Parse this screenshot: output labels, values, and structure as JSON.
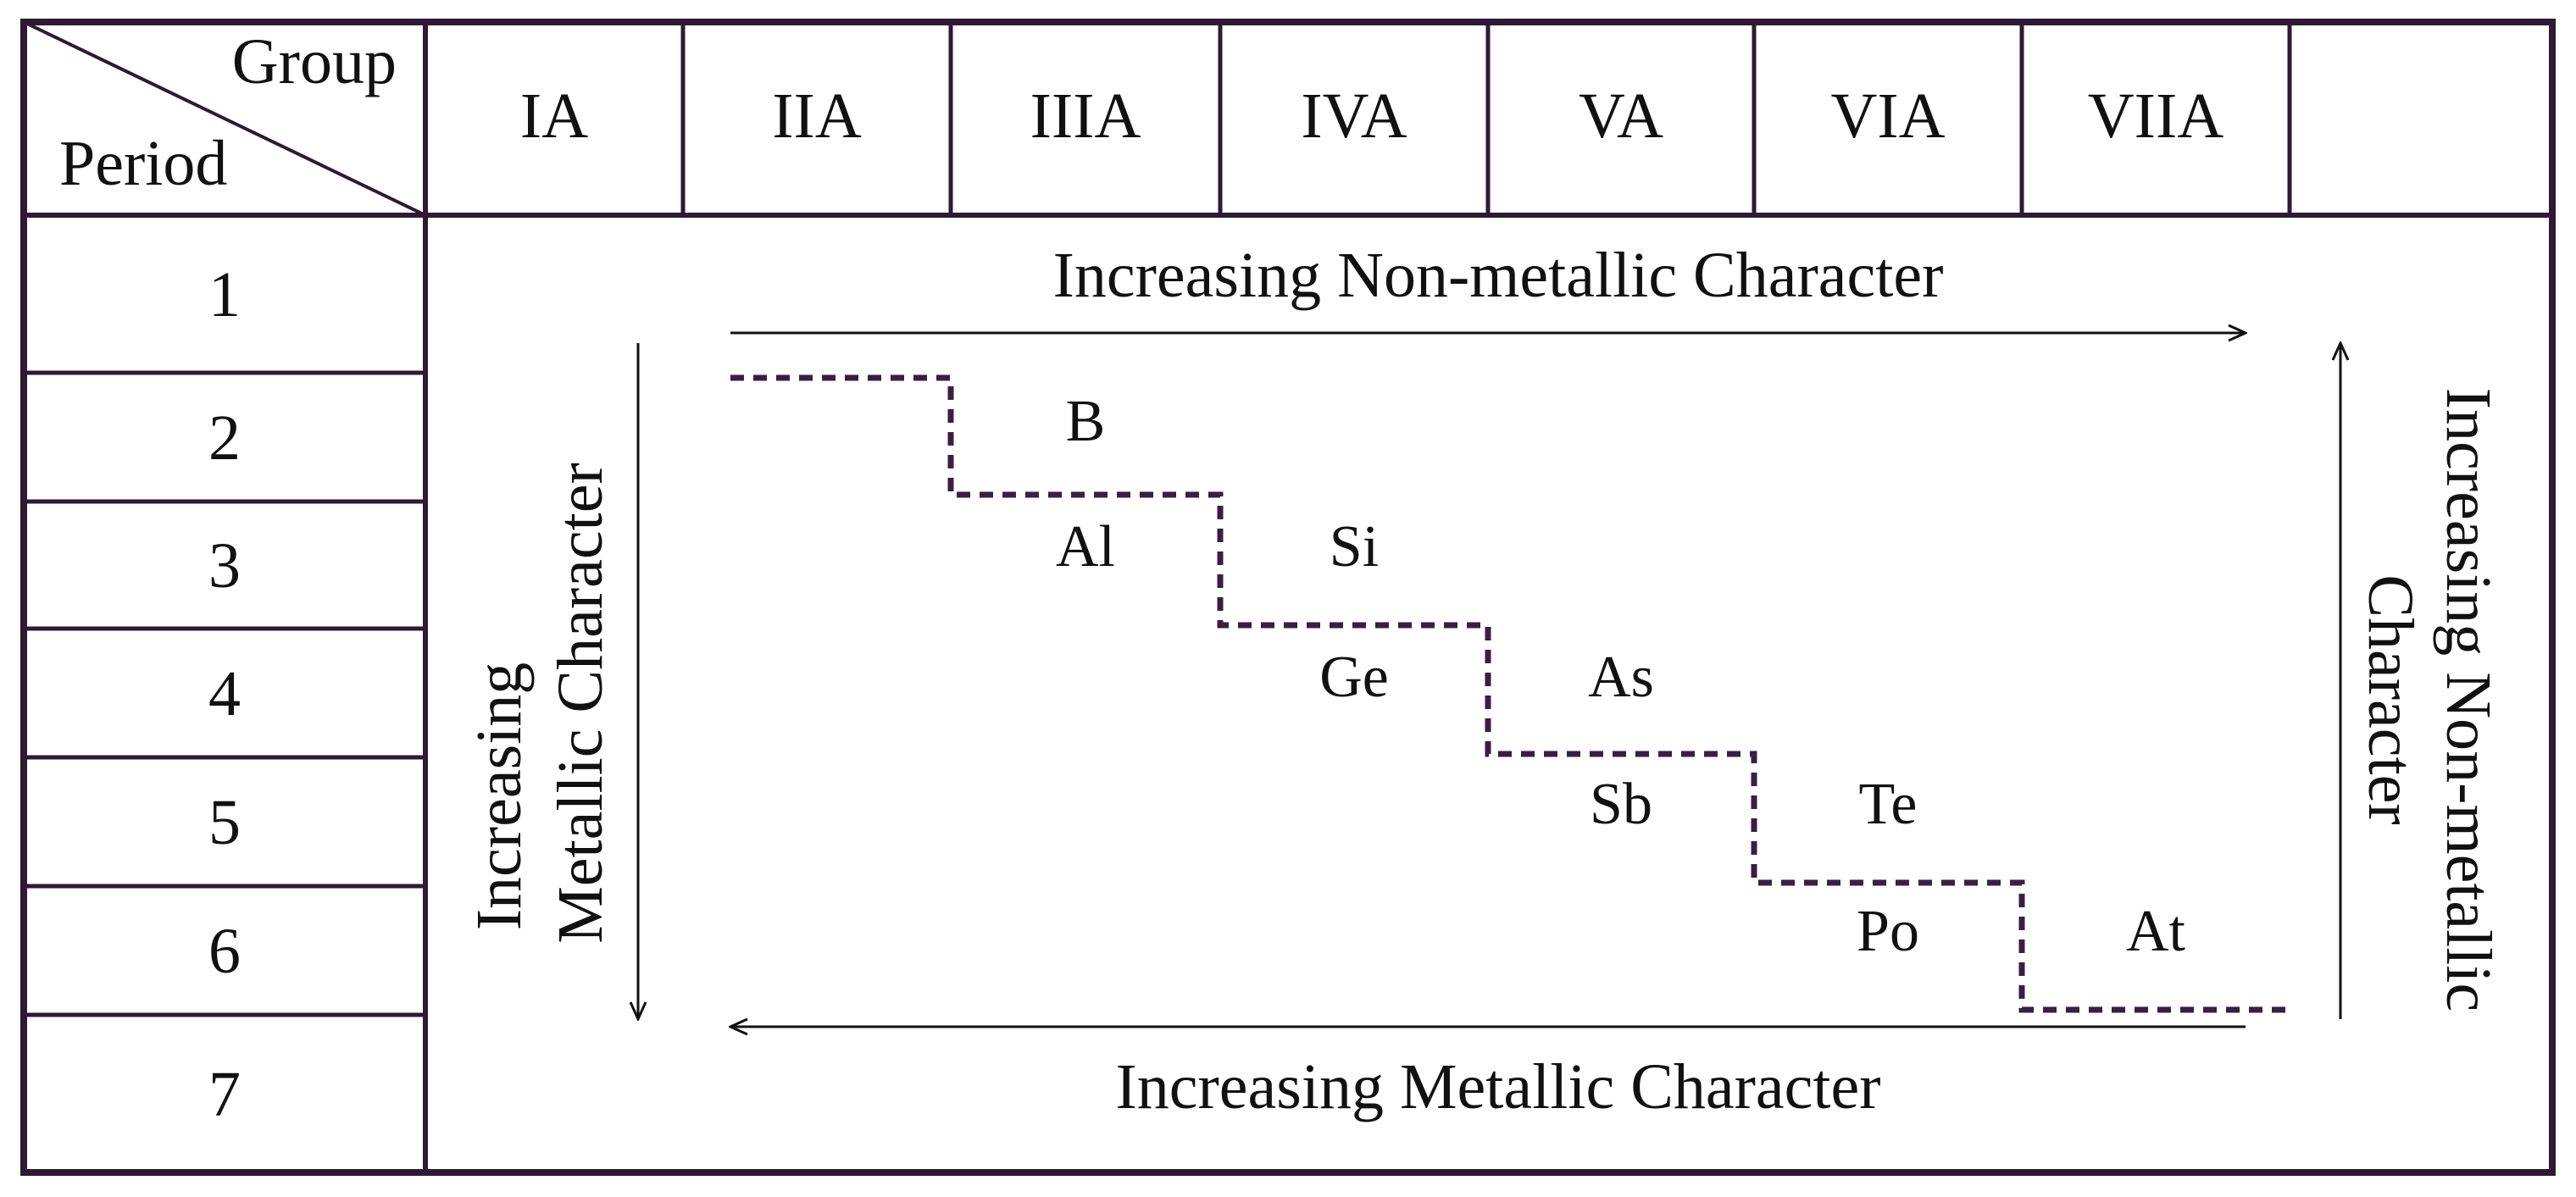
{
  "header": {
    "corner_group": "Group",
    "corner_period": "Period",
    "groups": [
      "IA",
      "IIA",
      "IIIA",
      "IVA",
      "VA",
      "VIA",
      "VIIA",
      ""
    ]
  },
  "periods": [
    "1",
    "2",
    "3",
    "4",
    "5",
    "6",
    "7"
  ],
  "arrows": {
    "top": "Increasing Non-metallic Character",
    "bottom": "Increasing Metallic Character",
    "left_line1": "Increasing",
    "left_line2": "Metallic Character",
    "right_line1": "Increasing Non-metallic",
    "right_line2": "Character"
  },
  "elements": [
    {
      "symbol": "B",
      "group": 3,
      "period": 2
    },
    {
      "symbol": "Al",
      "group": 3,
      "period": 3
    },
    {
      "symbol": "Si",
      "group": 4,
      "period": 3
    },
    {
      "symbol": "Ge",
      "group": 4,
      "period": 4
    },
    {
      "symbol": "As",
      "group": 5,
      "period": 4
    },
    {
      "symbol": "Sb",
      "group": 5,
      "period": 5
    },
    {
      "symbol": "Te",
      "group": 6,
      "period": 5
    },
    {
      "symbol": "Po",
      "group": 6,
      "period": 6
    },
    {
      "symbol": "At",
      "group": 7,
      "period": 6
    }
  ],
  "colors": {
    "border": "#2e1a33",
    "dashed_line": "#3a1f42",
    "text": "#111111"
  }
}
